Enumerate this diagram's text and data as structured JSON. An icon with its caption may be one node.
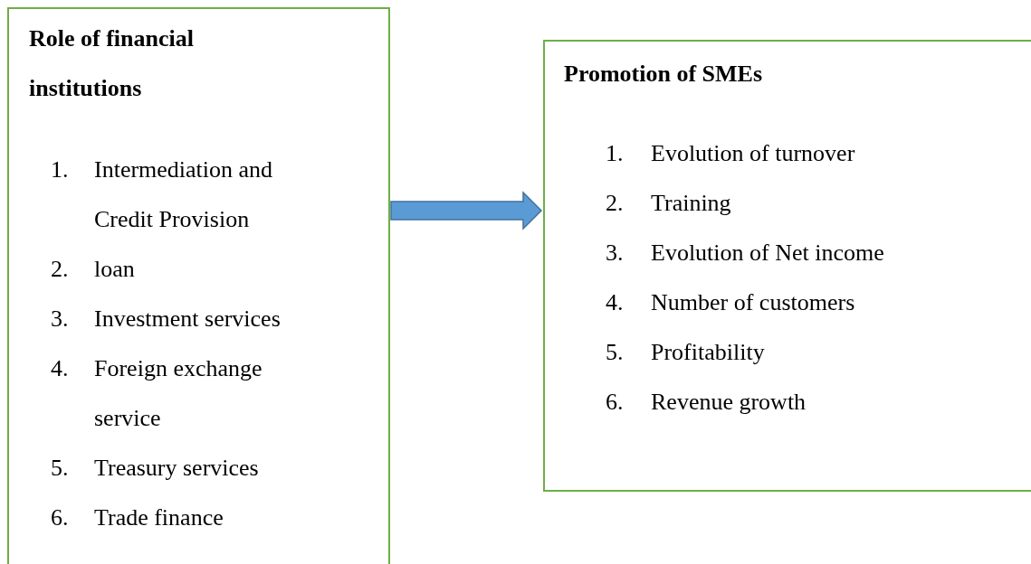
{
  "diagram": {
    "nodes": [
      {
        "text": [
          "Role of financial institutions",
          "1. Intermediation and Credit Provision",
          "2. loan",
          "3. Investment services",
          "4. Foreign exchange service",
          "5. Treasury services",
          "6. Trade finance"
        ]
      },
      {
        "text": [
          "Promotion of SMEs",
          "1. Evolution of turnover",
          "2. Training",
          "3. Evolution of Net income",
          "4. Number of customers",
          "5. Profitability",
          "6. Revenue growth"
        ]
      }
    ],
    "edges": [
      {
        "from": 0,
        "to": 1,
        "arrow": "to"
      }
    ]
  }
}
